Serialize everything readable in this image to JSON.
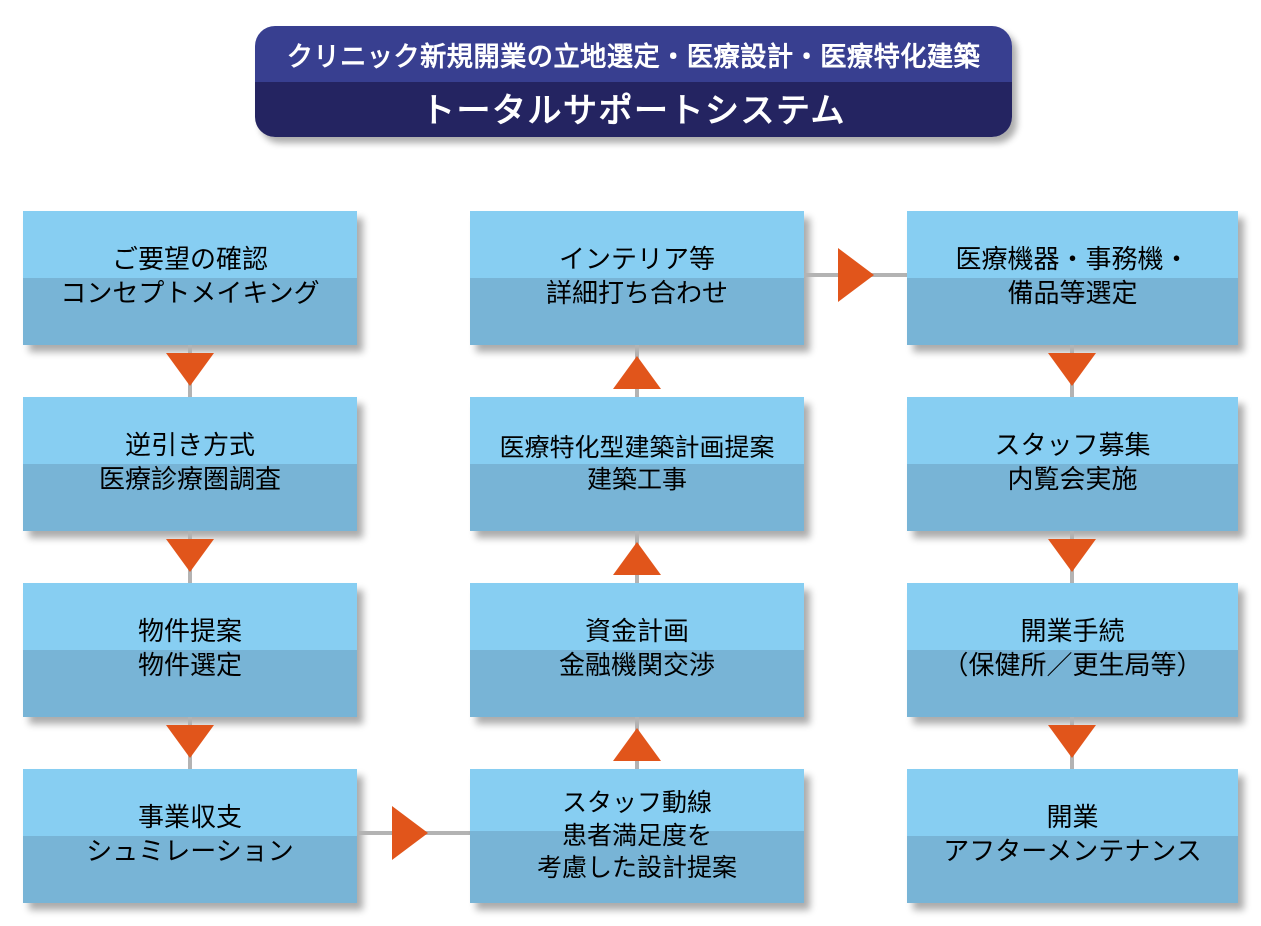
{
  "banner": {
    "line1": "クリニック新規開業の立地選定・医療設計・医療特化建築",
    "line2": "トータルサポートシステム",
    "color_top": "#383F90",
    "color_bottom": "#242461"
  },
  "colors": {
    "node_top": "#87CEF2",
    "node_bottom": "#78B4D6",
    "arrow": "#E1551B",
    "connector_line": "#B3B3B3"
  },
  "flow": {
    "columns": [
      {
        "name": "column-1",
        "nodes": [
          {
            "id": "c1n1",
            "line1": "ご要望の確認",
            "line2": "コンセプトメイキング"
          },
          {
            "id": "c1n2",
            "line1": "逆引き方式",
            "line2": "医療診療圏調査"
          },
          {
            "id": "c1n3",
            "line1": "物件提案",
            "line2": "物件選定"
          },
          {
            "id": "c1n4",
            "line1": "事業収支",
            "line2": "シュミレーション"
          }
        ]
      },
      {
        "name": "column-2",
        "nodes": [
          {
            "id": "c2n1",
            "line1": "インテリア等",
            "line2": "詳細打ち合わせ"
          },
          {
            "id": "c2n2",
            "line1": "医療特化型建築計画提案",
            "line2": "建築工事"
          },
          {
            "id": "c2n3",
            "line1": "資金計画",
            "line2": "金融機関交渉"
          },
          {
            "id": "c2n4",
            "line1": "スタッフ動線",
            "line2": "患者満足度を",
            "line3": "考慮した設計提案"
          }
        ]
      },
      {
        "name": "column-3",
        "nodes": [
          {
            "id": "c3n1",
            "line1": "医療機器・事務機・",
            "line2": "備品等選定"
          },
          {
            "id": "c3n2",
            "line1": "スタッフ募集",
            "line2": "内覧会実施"
          },
          {
            "id": "c3n3",
            "line1": "開業手続",
            "line2": "（保健所／更生局等）"
          },
          {
            "id": "c3n4",
            "line1": "開業",
            "line2": "アフターメンテナンス"
          }
        ]
      }
    ],
    "connectors": [
      {
        "id": "c1-a1",
        "direction": "down"
      },
      {
        "id": "c1-a2",
        "direction": "down"
      },
      {
        "id": "c1-a3",
        "direction": "down"
      },
      {
        "id": "c1-to-c2",
        "direction": "right"
      },
      {
        "id": "c2-a1",
        "direction": "up"
      },
      {
        "id": "c2-a2",
        "direction": "up"
      },
      {
        "id": "c2-a3",
        "direction": "up"
      },
      {
        "id": "c2-to-c3",
        "direction": "right"
      },
      {
        "id": "c3-a1",
        "direction": "down"
      },
      {
        "id": "c3-a2",
        "direction": "down"
      },
      {
        "id": "c3-a3",
        "direction": "down"
      }
    ]
  }
}
